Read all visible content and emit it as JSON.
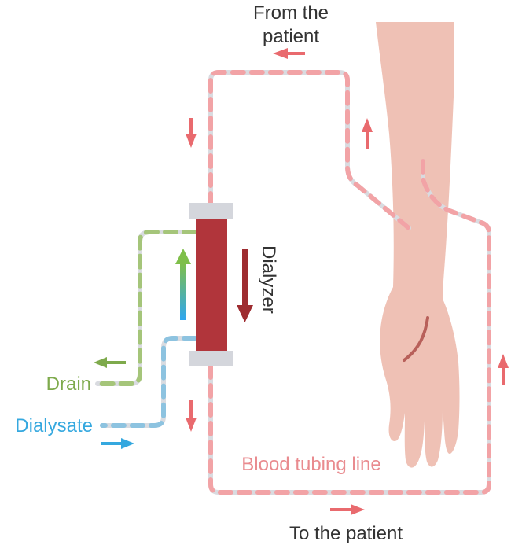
{
  "labels": {
    "from_patient_line1": "From the",
    "from_patient_line2": "patient",
    "dialyzer": "Dialyzer",
    "drain": "Drain",
    "dialysate": "Dialysate",
    "blood_tubing": "Blood tubing line",
    "to_patient": "To the patient"
  },
  "colors": {
    "blood_tube": "#f2a3a6",
    "tube_gap": "#d9dbe0",
    "blood_arrow": "#e96a6e",
    "dialyzer_body": "#b1353b",
    "dialyzer_cap": "#d4d6dc",
    "dialyzer_arrow": "#9e2c30",
    "drain": "#7eaa4c",
    "drain_tube": "#a5c57a",
    "dialysate": "#35a8df",
    "dialysate_tube": "#8dc3e0",
    "skin": "#efc1b5",
    "skin_fold": "#b8605a",
    "label_dark": "#333333",
    "label_blood": "#e98b8f"
  },
  "icons": {
    "arm": "arm-illustration",
    "dialyzer": "dialyzer-cartridge"
  }
}
